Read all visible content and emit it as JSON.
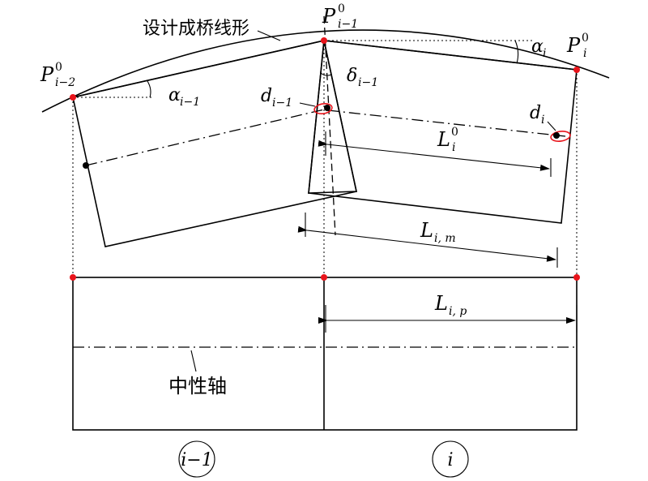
{
  "labels": {
    "curve_name": "设计成桥线形",
    "neutral_axis": "中性轴",
    "sup_zero": "0",
    "P": "P",
    "sub_i_minus_2": "i−2",
    "sub_i_minus_1": "i−1",
    "sub_i": "i",
    "alpha": "α",
    "delta": "δ",
    "d": "d",
    "L": "L",
    "sub_i_m": "i, m",
    "sub_i_p": "i, p",
    "segment_prev": "i−1",
    "segment_curr": "i"
  },
  "colors": {
    "line": "#000000",
    "node": "#e8141b",
    "marker": "#e8141b"
  }
}
